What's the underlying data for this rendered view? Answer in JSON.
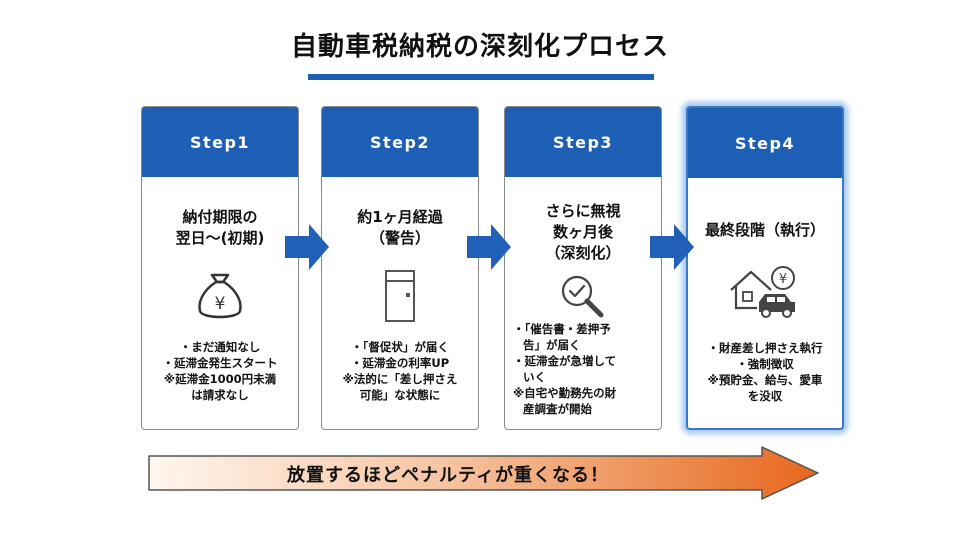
{
  "title": "自動車税納税の深刻化プロセス",
  "colors": {
    "accent": "#1d5fb5",
    "arrow_blue": "#2060b8",
    "penalty_start": "#fff6ee",
    "penalty_end": "#e8671c"
  },
  "steps": [
    {
      "label": "Step1",
      "heading": [
        "納付期限の",
        "翌日～(初期)"
      ],
      "icon": "money-bag-yen-icon",
      "bullets": [
        "・まだ通知なし",
        "・延滞金発生スタート",
        "※延滞金1000円未満",
        "は請求なし"
      ]
    },
    {
      "label": "Step2",
      "heading": [
        "約1ヶ月経過",
        "（警告）"
      ],
      "icon": "envelope-icon",
      "bullets": [
        "・「督促状」が届く",
        "・延滞金の利率UP",
        "※法的に「差し押さえ",
        "可能」な状態に"
      ]
    },
    {
      "label": "Step3",
      "heading": [
        "さらに無視",
        "数ヶ月後",
        "（深刻化）"
      ],
      "icon": "magnifier-check-icon",
      "bullets": [
        "・「催告書・差押予",
        "告」が届く",
        "・延滞金が急増して",
        "いく",
        "※自宅や勤務先の財",
        "産調査が開始"
      ]
    },
    {
      "label": "Step4",
      "heading": [
        "最終段階（執行）"
      ],
      "icon": "house-car-yen-icon",
      "bullets": [
        "・財産差し押さえ執行",
        "・強制徴収",
        "※預貯金、給与、愛車",
        "を没収"
      ]
    }
  ],
  "penalty_banner": "放置するほどペナルティが重くなる！"
}
